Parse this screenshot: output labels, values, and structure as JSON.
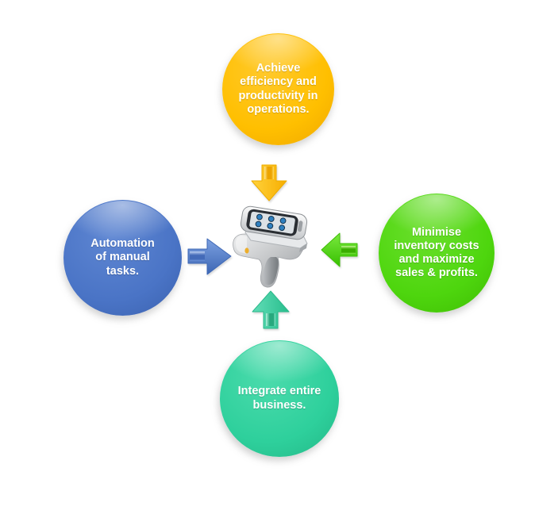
{
  "diagram_type": "hub-and-spoke",
  "background": "#FFFFFF",
  "text_color": "#FFFFFF",
  "center": {
    "icon": "handheld-barcode-scanner-image"
  },
  "nodes": [
    {
      "id": "top",
      "label": "Achieve\nefficiency and\nproductivity in\noperations.",
      "circle_color": "#FFBF00",
      "arrow_direction": "down",
      "arrow_color": "#FFBF00"
    },
    {
      "id": "left",
      "label": "Automation\nof manual\ntasks.",
      "circle_color": "#4A74C6",
      "arrow_direction": "right",
      "arrow_color": "#4A74C6"
    },
    {
      "id": "right",
      "label": "Minimise\ninventory costs\nand maximize\nsales & profits.",
      "circle_color": "#4ED60E",
      "arrow_direction": "left",
      "arrow_color": "#44D40A"
    },
    {
      "id": "bottom",
      "label": "Integrate entire\nbusiness.",
      "circle_color": "#2ED09C",
      "arrow_direction": "up",
      "arrow_color": "#2ED09C"
    }
  ]
}
